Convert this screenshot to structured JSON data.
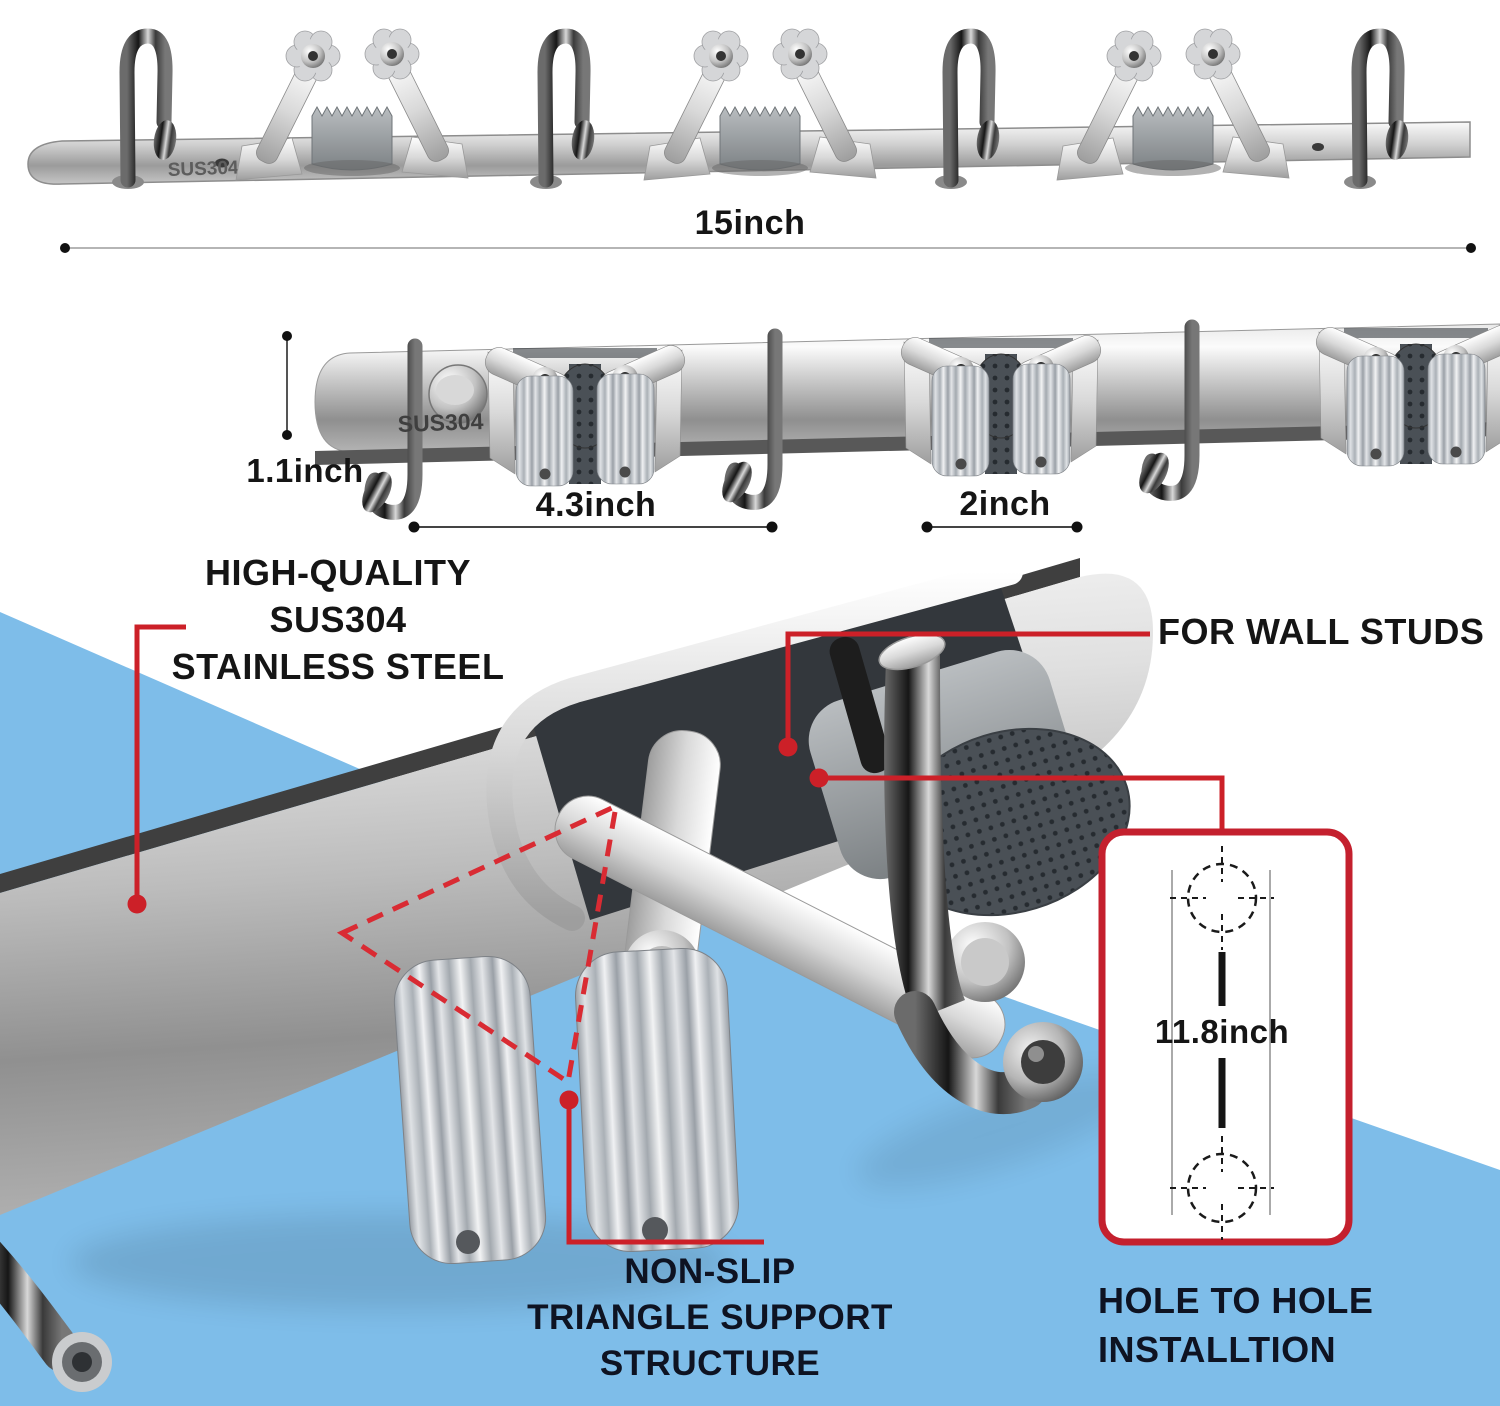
{
  "colors": {
    "background": "#ffffff",
    "sky_blue": "#7ebde9",
    "red": "#cc2028"
  },
  "product": {
    "top_engraving": "SUS304",
    "side_engraving": "SUS304"
  },
  "dimensions": {
    "total_width": "15inch",
    "bar_height": "1.1inch",
    "hook_spacing": "4.3inch",
    "gripper_width": "2inch",
    "hole_to_hole": "11.8inch"
  },
  "callouts": {
    "material_line1": "HIGH-QUALITY",
    "material_line2": "SUS304",
    "material_line3": "STAINLESS STEEL",
    "wall_studs": "FOR WALL STUDS",
    "nonslip_line1": "NON-SLIP",
    "nonslip_line2": "TRIANGLE SUPPORT",
    "nonslip_line3": "STRUCTURE",
    "install_line1": "HOLE TO HOLE",
    "install_line2": "INSTALLTION"
  }
}
